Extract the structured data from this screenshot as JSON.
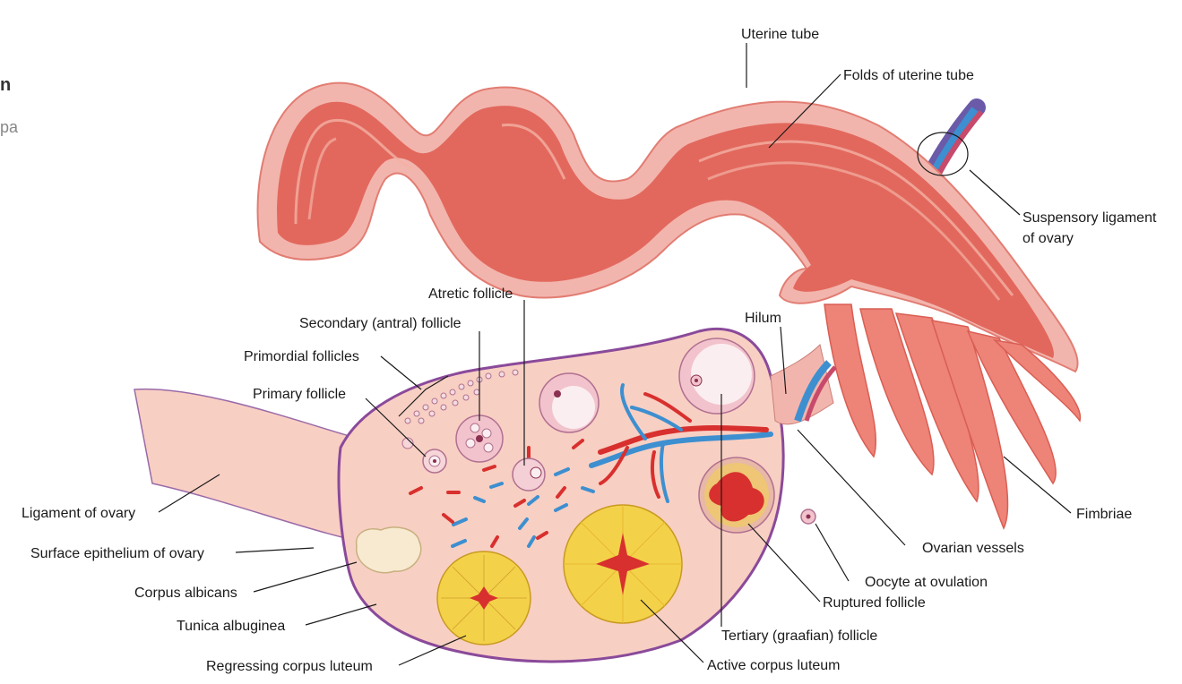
{
  "colors": {
    "tube_outer": "#f2b5ad",
    "tube_inner": "#e2685d",
    "ovary_fill": "#f8cfc3",
    "ovary_border": "#8a4a9a",
    "vein": "#3d8fd0",
    "artery": "#d8302e",
    "luteum": "#f3d24a",
    "leader": "#1a1a1a"
  },
  "edge_fragment": {
    "line1": "n",
    "line2": "pa"
  },
  "labels": {
    "uterine_tube": "Uterine tube",
    "folds_of_uterine_tube": "Folds of uterine tube",
    "suspensory_ligament_line1": "Suspensory ligament",
    "suspensory_ligament_line2": "of ovary",
    "atretic_follicle": "Atretic follicle",
    "secondary_follicle": "Secondary (antral) follicle",
    "hilum": "Hilum",
    "primordial_follicles": "Primordial follicles",
    "primary_follicle": "Primary follicle",
    "ligament_of_ovary": "Ligament of ovary",
    "fimbriae": "Fimbriae",
    "surface_epithelium": "Surface epithelium of ovary",
    "ovarian_vessels": "Ovarian vessels",
    "oocyte_at_ovulation": "Oocyte at ovulation",
    "corpus_albicans": "Corpus albicans",
    "ruptured_follicle": "Ruptured follicle",
    "tunica_albuginea": "Tunica albuginea",
    "tertiary_follicle": "Tertiary (graafian) follicle",
    "regressing_corpus_luteum": "Regressing corpus luteum",
    "active_corpus_luteum": "Active corpus luteum"
  }
}
